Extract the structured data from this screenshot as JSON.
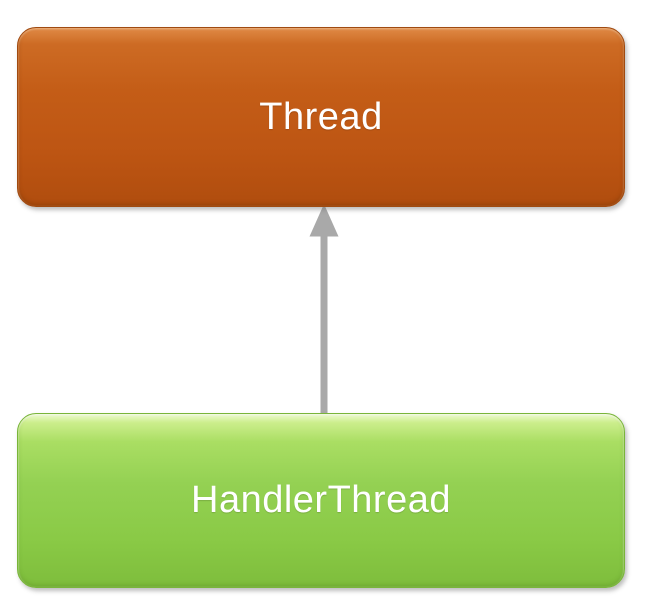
{
  "diagram": {
    "type": "class-hierarchy",
    "background_color": "#ffffff",
    "nodes": [
      {
        "id": "thread",
        "label": "Thread",
        "shape": "rounded-rectangle",
        "fill_color": "#c45d17",
        "text_color": "#ffffff",
        "position": "top"
      },
      {
        "id": "handler-thread",
        "label": "HandlerThread",
        "shape": "rounded-rectangle",
        "fill_color": "#94d153",
        "text_color": "#ffffff",
        "position": "bottom"
      }
    ],
    "edges": [
      {
        "from": "handler-thread",
        "to": "thread",
        "style": "solid",
        "arrowhead": "triangle",
        "direction": "up",
        "color": "#a9a9a9",
        "meaning": "extends / inherits from"
      }
    ]
  }
}
